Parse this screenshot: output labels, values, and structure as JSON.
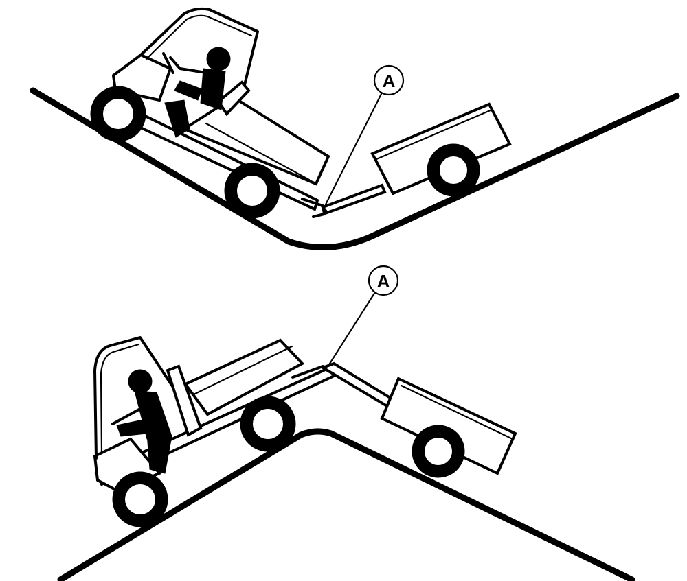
{
  "figure": {
    "panels": [
      {
        "id": "valley",
        "callout": {
          "label": "A"
        }
      },
      {
        "id": "crest",
        "callout": {
          "label": "A"
        }
      }
    ]
  },
  "colors": {
    "ink": "#000000",
    "paper": "#ffffff"
  }
}
